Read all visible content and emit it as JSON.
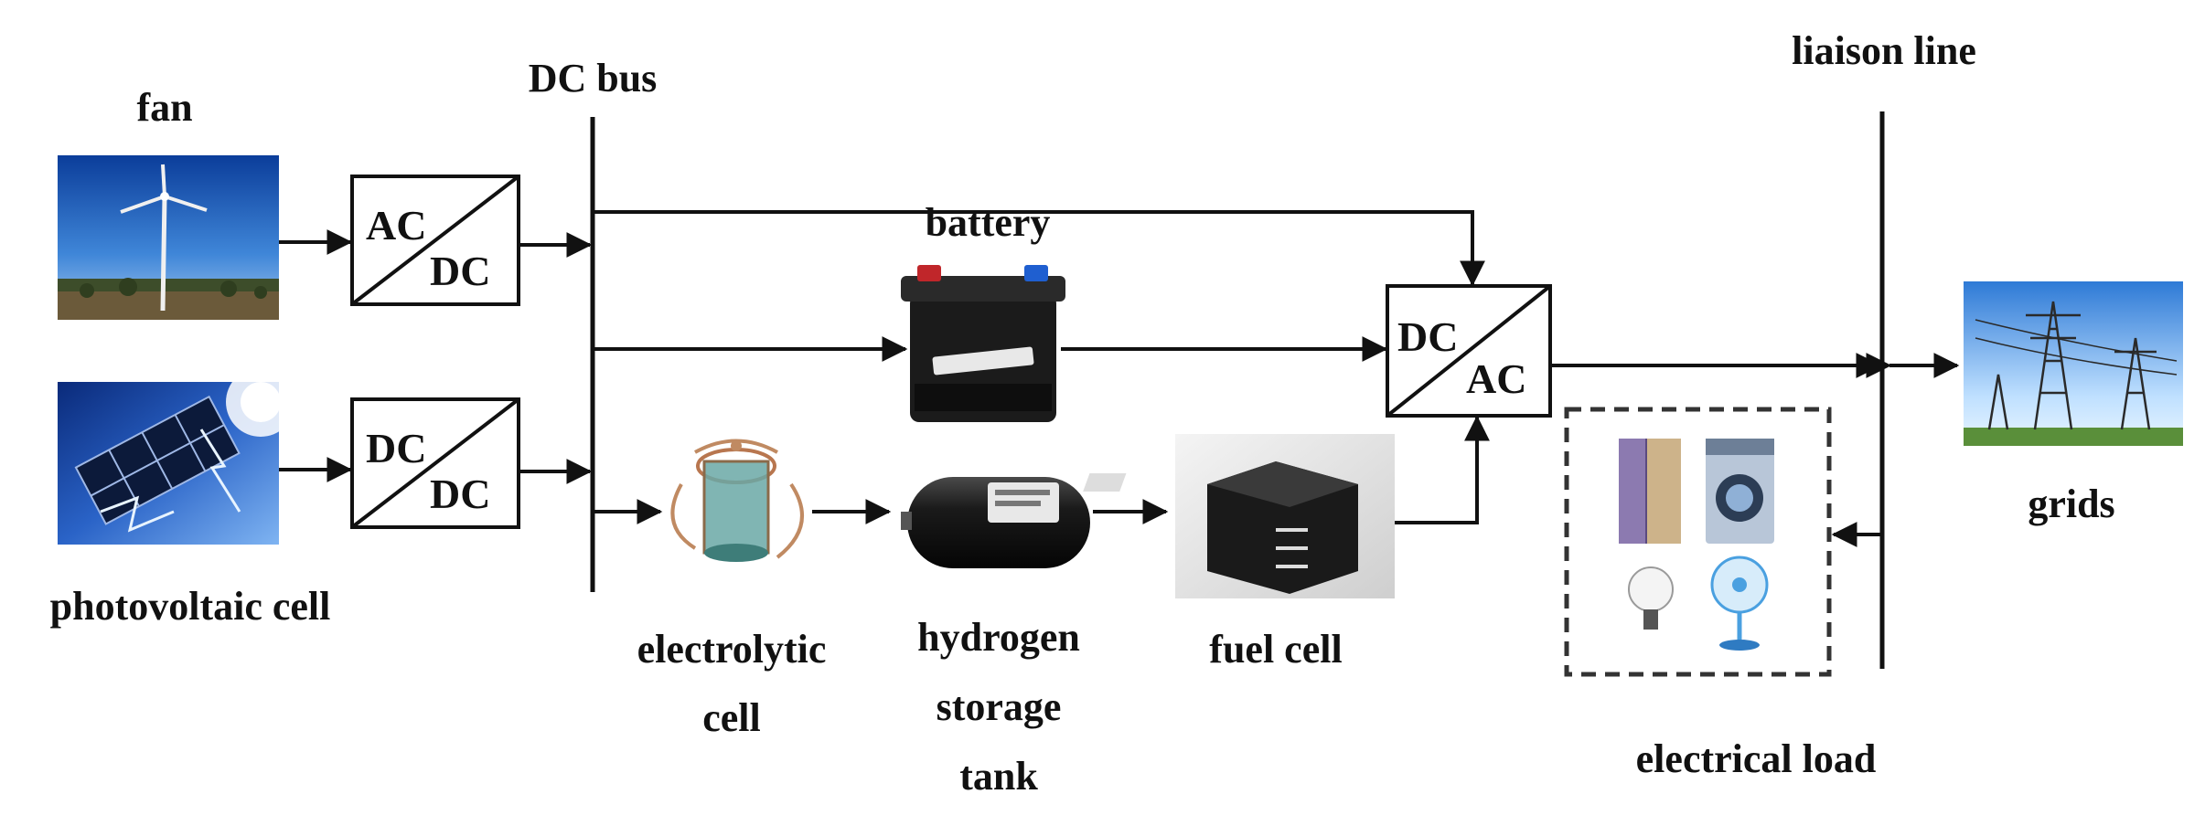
{
  "labels": {
    "fan": "fan",
    "photovoltaic": "photovoltaic cell",
    "dc_bus": "DC bus",
    "battery": "battery",
    "electrolytic_1": "electrolytic",
    "electrolytic_2": "cell",
    "hydrogen_1": "hydrogen",
    "hydrogen_2": "storage",
    "hydrogen_3": "tank",
    "fuel_cell": "fuel cell",
    "liaison_line": "liaison line",
    "grids": "grids",
    "electrical_load": "electrical load"
  },
  "converters": {
    "acdc": {
      "top": "AC",
      "bottom": "DC"
    },
    "dcdc": {
      "top": "DC",
      "bottom": "DC"
    },
    "dcac": {
      "top": "DC",
      "bottom": "AC"
    }
  }
}
